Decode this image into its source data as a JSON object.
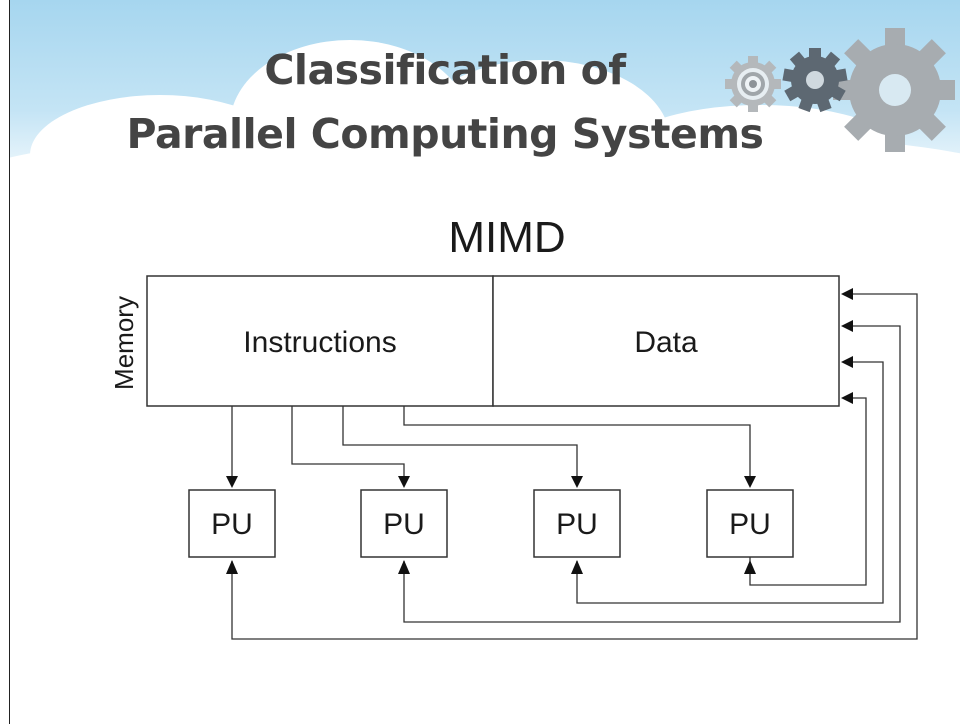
{
  "slide": {
    "title_line1": "Classification of",
    "title_line2": "Parallel Computing Systems"
  },
  "diagram": {
    "heading": "MIMD",
    "memory_label": "Memory",
    "instructions_label": "Instructions",
    "data_label": "Data",
    "pu_labels": [
      "PU",
      "PU",
      "PU",
      "PU"
    ]
  },
  "colors": {
    "title_text": "#444444",
    "sky": "#a6d6ef",
    "line": "#333333",
    "gear_gray": "#9a9fa3",
    "gear_dark": "#55606a"
  },
  "icons": [
    "gears-icon"
  ]
}
